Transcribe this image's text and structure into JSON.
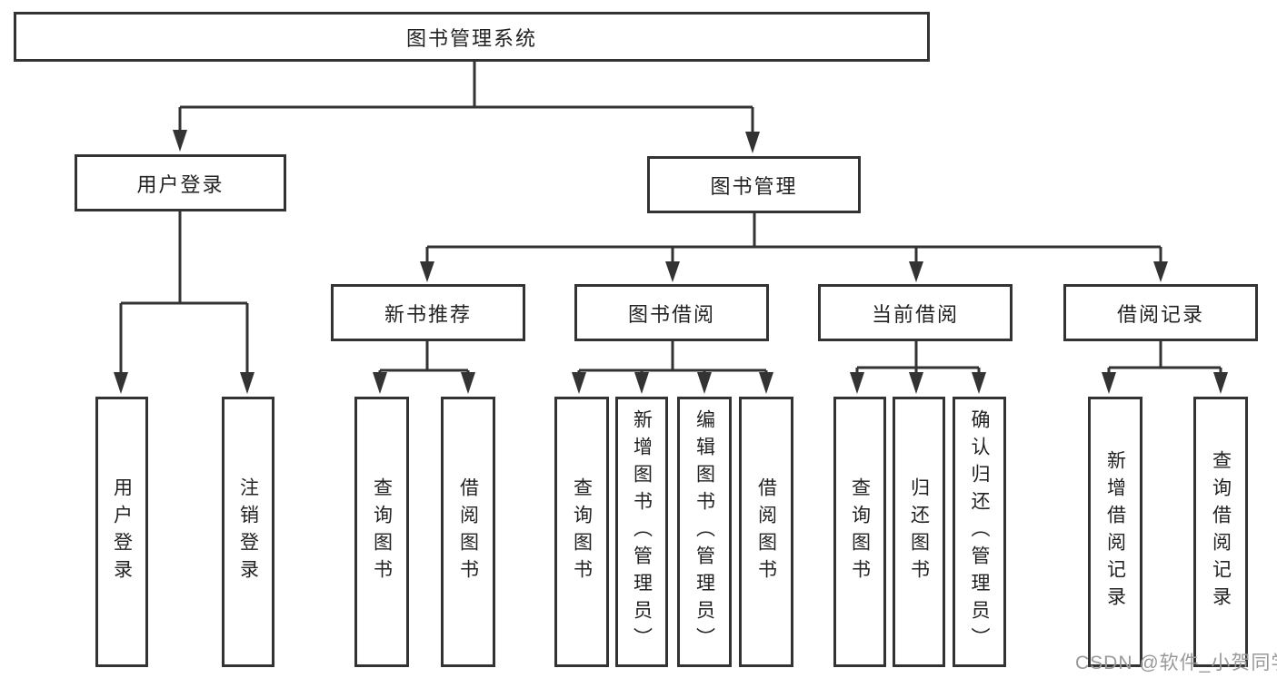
{
  "tree": {
    "label": "图书管理系统",
    "children": [
      {
        "label": "用户登录",
        "children": [
          {
            "label": "用户登录"
          },
          {
            "label": "注销登录"
          }
        ]
      },
      {
        "label": "图书管理",
        "children": [
          {
            "label": "新书推荐",
            "children": [
              {
                "label": "查询图书"
              },
              {
                "label": "借阅图书"
              }
            ]
          },
          {
            "label": "图书借阅",
            "children": [
              {
                "label": "查询图书"
              },
              {
                "label": "新增图书（管理员）"
              },
              {
                "label": "编辑图书（管理员）"
              },
              {
                "label": "借阅图书"
              }
            ]
          },
          {
            "label": "当前借阅",
            "children": [
              {
                "label": "查询图书"
              },
              {
                "label": "归还图书"
              },
              {
                "label": "确认归还（管理员）"
              }
            ]
          },
          {
            "label": "借阅记录",
            "children": [
              {
                "label": "新增借阅记录"
              },
              {
                "label": "查询借阅记录"
              }
            ]
          }
        ]
      }
    ]
  },
  "watermark": "CSDN @软件_小贺同学",
  "colors": {
    "line": "#333333",
    "text": "#222222",
    "watermark": "#999999",
    "background": "#ffffff"
  }
}
